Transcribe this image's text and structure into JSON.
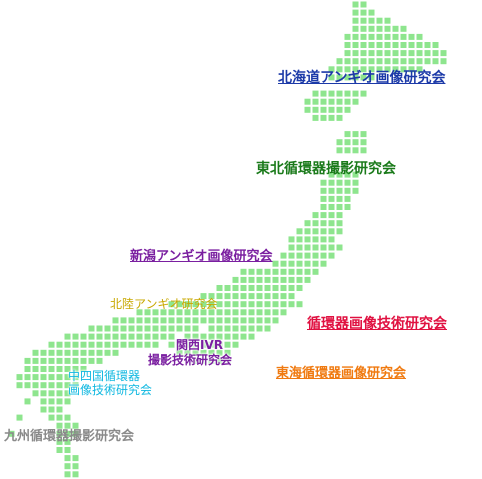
{
  "colors": {
    "map_cell": "#8ee58e",
    "hokkaido": "#1c3aa8",
    "tohoku": "#1a7a1a",
    "niigata": "#7a1fa0",
    "hokuriku": "#c8a800",
    "junkanki": "#e01040",
    "kansai": "#7a1fa0",
    "tokai": "#f07a10",
    "chushikoku": "#10b8e0",
    "kyushu": "#8a8a8a"
  },
  "labels": {
    "hokkaido": "北海道アンギオ画像研究会",
    "tohoku": "東北循環器撮影研究会",
    "niigata": "新潟アンギオ画像研究会",
    "hokuriku": "北陸アンギオ研究会",
    "junkanki": "循環器画像技術研究会",
    "kansai_line1": "関西IVR",
    "kansai_line2": "撮影技術研究会",
    "tokai": "東海循環器画像研究会",
    "chushikoku_line1": "中四国循環器",
    "chushikoku_line2": "画像技術研究会",
    "kyushu": "九州循環器撮影研究会"
  }
}
